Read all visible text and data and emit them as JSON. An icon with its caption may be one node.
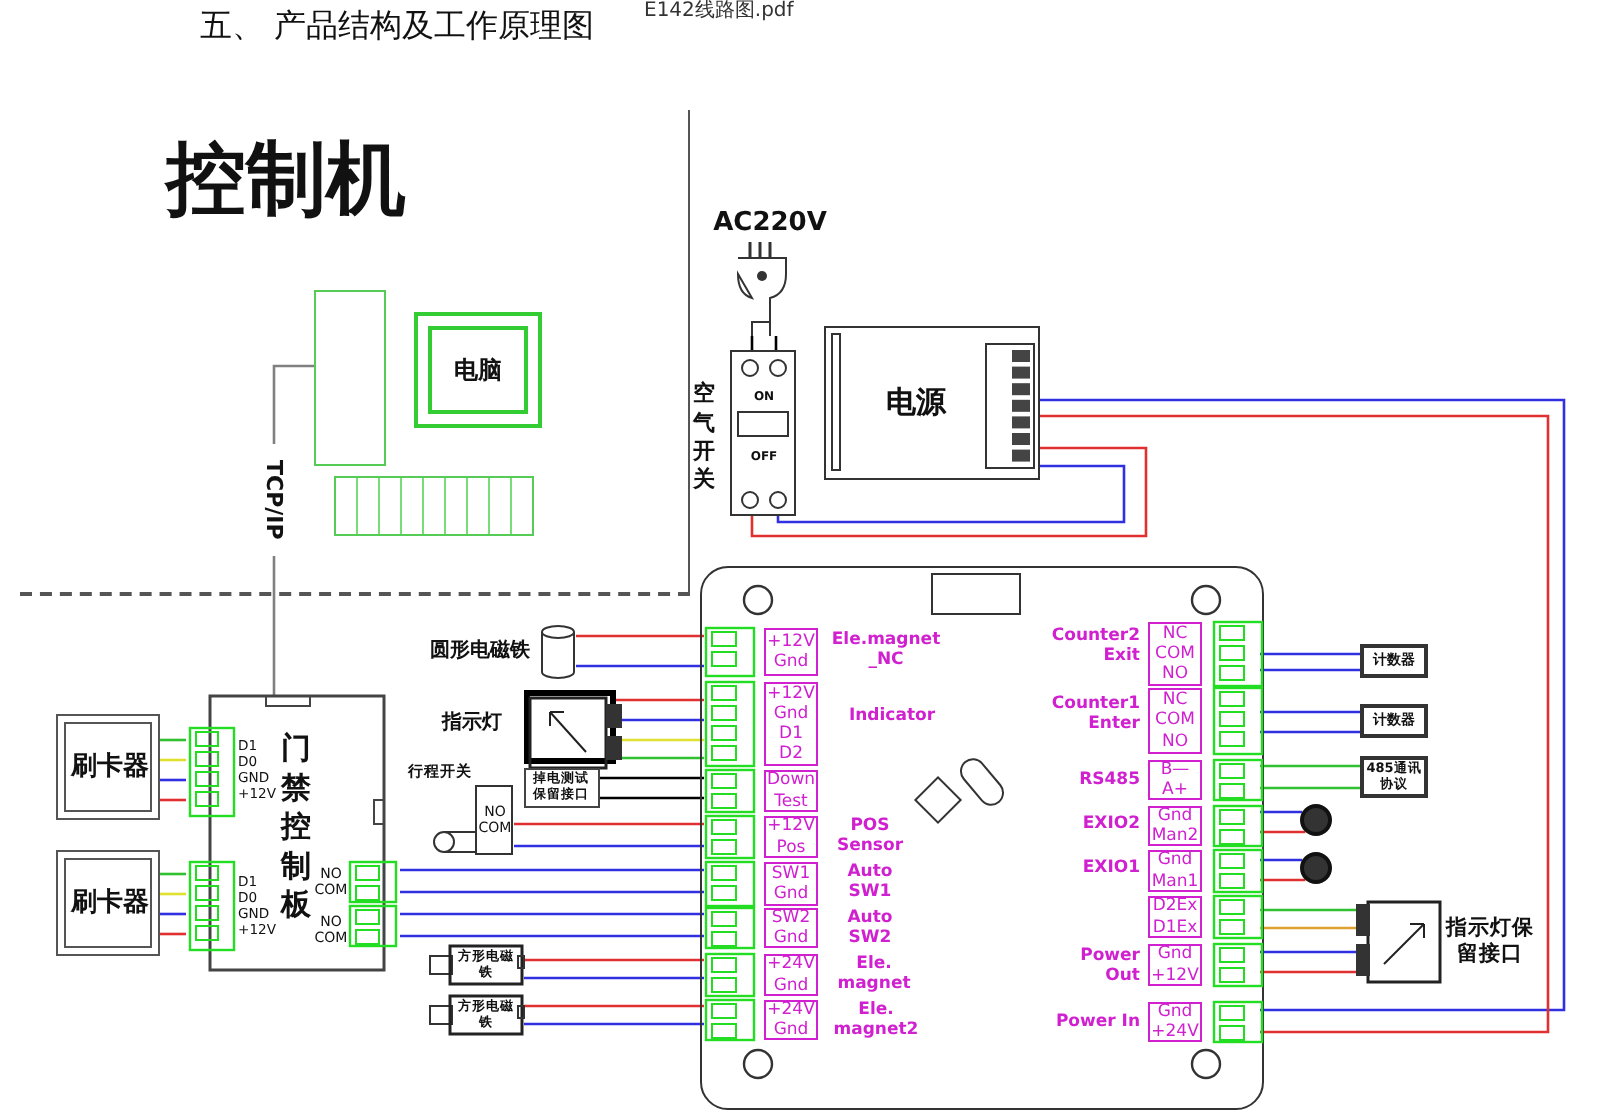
{
  "diagram": {
    "title": "五、 产品结构及工作原理图",
    "nodes": [
      {
        "text": [
          "控制机"
        ]
      },
      {
        "text": [
          "电脑"
        ],
        "in": 0
      },
      {
        "text": [],
        "shape": "box",
        "in": 0
      },
      {
        "text": [],
        "shape": "picture",
        "in": 0
      },
      {
        "text": [
          "ON",
          "OFF"
        ],
        "beside": [
          "空气开关"
        ]
      },
      {
        "text": [
          "AC220V"
        ]
      },
      {
        "text": [
          "电源"
        ]
      },
      {
        "text": [],
        "shape": "box"
      },
      {
        "text": [
          "+12V Gnd"
        ],
        "in": 7,
        "beside": [
          "Ele.magnet _NC"
        ]
      },
      {
        "text": [
          "+12V Gnd D1 D2"
        ],
        "in": 7,
        "beside": [
          "Indicator"
        ]
      },
      {
        "text": [
          "Down Test"
        ],
        "in": 7
      },
      {
        "text": [
          "+12V Pos"
        ],
        "in": 7,
        "beside": [
          "POS Sensor"
        ]
      },
      {
        "text": [
          "SW1 Gnd"
        ],
        "in": 7,
        "beside": [
          "Auto SW1"
        ]
      },
      {
        "text": [
          "SW2 Gnd"
        ],
        "in": 7,
        "beside": [
          "Auto SW2"
        ]
      },
      {
        "text": [
          "+24V Gnd"
        ],
        "in": 7,
        "beside": [
          "Ele. magnet"
        ]
      },
      {
        "text": [
          "+24V Gnd"
        ],
        "in": 7,
        "beside": [
          "Ele. magnet2"
        ]
      },
      {
        "text": [
          "NC COM NO"
        ],
        "in": 7,
        "beside": [
          "Counter2 Exit"
        ]
      },
      {
        "text": [
          "NC COM NO"
        ],
        "in": 7,
        "beside": [
          "Counter1 Enter"
        ]
      },
      {
        "text": [
          "B— A+"
        ],
        "in": 7,
        "beside": [
          "RS485"
        ]
      },
      {
        "text": [
          "Gnd Man2"
        ],
        "in": 7,
        "beside": [
          "EXIO2"
        ]
      },
      {
        "text": [
          "Gnd Man1"
        ],
        "in": 7,
        "beside": [
          "EXIO1"
        ]
      },
      {
        "text": [
          "D2Ex D1Ex"
        ],
        "in": 7
      },
      {
        "text": [
          "Gnd +12V"
        ],
        "in": 7,
        "beside": [
          "Power Out"
        ]
      },
      {
        "text": [
          "Gnd +24V"
        ],
        "in": 7,
        "beside": [
          "Power In"
        ]
      },
      {
        "text": [
          "D1 D0 GND +12V",
          "门禁控制板",
          "D1 D0 GND +12V",
          "NO COM",
          "NO COM"
        ]
      },
      {
        "text": [
          "刷卡器"
        ]
      },
      {
        "text": [
          "刷卡器"
        ]
      },
      {
        "text": [],
        "shape": "cylinder",
        "beside": [
          "圆形电磁铁"
        ]
      },
      {
        "text": [],
        "shape": "box",
        "beside": [
          "指示灯"
        ]
      },
      {
        "text": [
          "掉电测试保留接口"
        ]
      },
      {
        "text": [
          "NO COM"
        ],
        "beside": [
          "行程开关"
        ]
      },
      {
        "text": [
          "方形电磁铁"
        ]
      },
      {
        "text": [
          "方形电磁铁"
        ]
      },
      {
        "text": [
          "计数器"
        ]
      },
      {
        "text": [
          "计数器"
        ]
      },
      {
        "text": [
          "485通讯协议"
        ]
      },
      {
        "text": [],
        "shape": "circle"
      },
      {
        "text": [],
        "shape": "circle"
      },
      {
        "text": [
          "指示灯保留接口"
        ]
      }
    ],
    "edges": [
      {
        "from": 5,
        "to": 4,
        "arrow": "none",
        "color": "#000000"
      },
      {
        "from": 5,
        "to": 4,
        "arrow": "none",
        "color": "#000000"
      },
      {
        "from": 4,
        "to": 6,
        "arrow": "none",
        "color": "#e03030"
      },
      {
        "from": 4,
        "to": 6,
        "arrow": "none",
        "color": "#3030e0"
      },
      {
        "from": 6,
        "to": 23,
        "arrow": "none",
        "color": "#3030e0"
      },
      {
        "from": 6,
        "to": 23,
        "arrow": "none",
        "color": "#e03030"
      },
      {
        "from": 2,
        "to": 24,
        "arrow": "none",
        "label": "TCP/IP",
        "color": "#808080"
      },
      {
        "from": 25,
        "to": 24,
        "arrow": "none",
        "color": "#30c030"
      },
      {
        "from": 25,
        "to": 24,
        "arrow": "none",
        "color": "#e0e030"
      },
      {
        "from": 25,
        "to": 24,
        "arrow": "none",
        "color": "#3030e0"
      },
      {
        "from": 25,
        "to": 24,
        "arrow": "none",
        "color": "#e03030"
      },
      {
        "from": 26,
        "to": 24,
        "arrow": "none",
        "color": "#30c030"
      },
      {
        "from": 26,
        "to": 24,
        "arrow": "none",
        "color": "#e0e030"
      },
      {
        "from": 26,
        "to": 24,
        "arrow": "none",
        "color": "#3030e0"
      },
      {
        "from": 26,
        "to": 24,
        "arrow": "none",
        "color": "#e03030"
      },
      {
        "from": 24,
        "to": 12,
        "arrow": "none",
        "color": "#3030e0"
      },
      {
        "from": 24,
        "to": 12,
        "arrow": "none",
        "color": "#3030e0"
      },
      {
        "from": 24,
        "to": 13,
        "arrow": "none",
        "color": "#3030e0"
      },
      {
        "from": 24,
        "to": 13,
        "arrow": "none",
        "color": "#3030e0"
      },
      {
        "from": 27,
        "to": 8,
        "arrow": "none",
        "color": "#e03030"
      },
      {
        "from": 27,
        "to": 8,
        "arrow": "none",
        "color": "#3030e0"
      },
      {
        "from": 28,
        "to": 9,
        "arrow": "none",
        "color": "#e03030"
      },
      {
        "from": 28,
        "to": 9,
        "arrow": "none",
        "color": "#3030e0"
      },
      {
        "from": 28,
        "to": 9,
        "arrow": "none",
        "color": "#e0e030"
      },
      {
        "from": 28,
        "to": 9,
        "arrow": "none",
        "color": "#30c030"
      },
      {
        "from": 29,
        "to": 10,
        "arrow": "none",
        "color": "#000000"
      },
      {
        "from": 29,
        "to": 10,
        "arrow": "none",
        "color": "#000000"
      },
      {
        "from": 30,
        "to": 11,
        "arrow": "none",
        "color": "#e03030"
      },
      {
        "from": 30,
        "to": 11,
        "arrow": "none",
        "color": "#3030e0"
      },
      {
        "from": 31,
        "to": 14,
        "arrow": "none",
        "color": "#e03030"
      },
      {
        "from": 31,
        "to": 14,
        "arrow": "none",
        "color": "#3030e0"
      },
      {
        "from": 32,
        "to": 15,
        "arrow": "none",
        "color": "#e03030"
      },
      {
        "from": 32,
        "to": 15,
        "arrow": "none",
        "color": "#3030e0"
      },
      {
        "from": 16,
        "to": 33,
        "arrow": "none",
        "color": "#3030e0"
      },
      {
        "from": 16,
        "to": 33,
        "arrow": "none",
        "color": "#3030e0"
      },
      {
        "from": 17,
        "to": 34,
        "arrow": "none",
        "color": "#3030e0"
      },
      {
        "from": 17,
        "to": 34,
        "arrow": "none",
        "color": "#3030e0"
      },
      {
        "from": 18,
        "to": 35,
        "arrow": "none",
        "color": "#30c030"
      },
      {
        "from": 18,
        "to": 35,
        "arrow": "none",
        "color": "#30c030"
      },
      {
        "from": 19,
        "to": 36,
        "arrow": "none",
        "color": "#3030e0"
      },
      {
        "from": 19,
        "to": 36,
        "arrow": "none",
        "color": "#e03030"
      },
      {
        "from": 20,
        "to": 37,
        "arrow": "none",
        "color": "#3030e0"
      },
      {
        "from": 20,
        "to": 37,
        "arrow": "none",
        "color": "#e03030"
      },
      {
        "from": 21,
        "to": 38,
        "arrow": "none",
        "color": "#30c030"
      },
      {
        "from": 21,
        "to": 38,
        "arrow": "none",
        "color": "#e0a030"
      },
      {
        "from": 22,
        "to": 38,
        "arrow": "none",
        "color": "#3030e0"
      },
      {
        "from": 22,
        "to": 38,
        "arrow": "none",
        "color": "#e03030"
      }
    ],
    "labels": [
      "E142线路图.pdf"
    ]
  }
}
